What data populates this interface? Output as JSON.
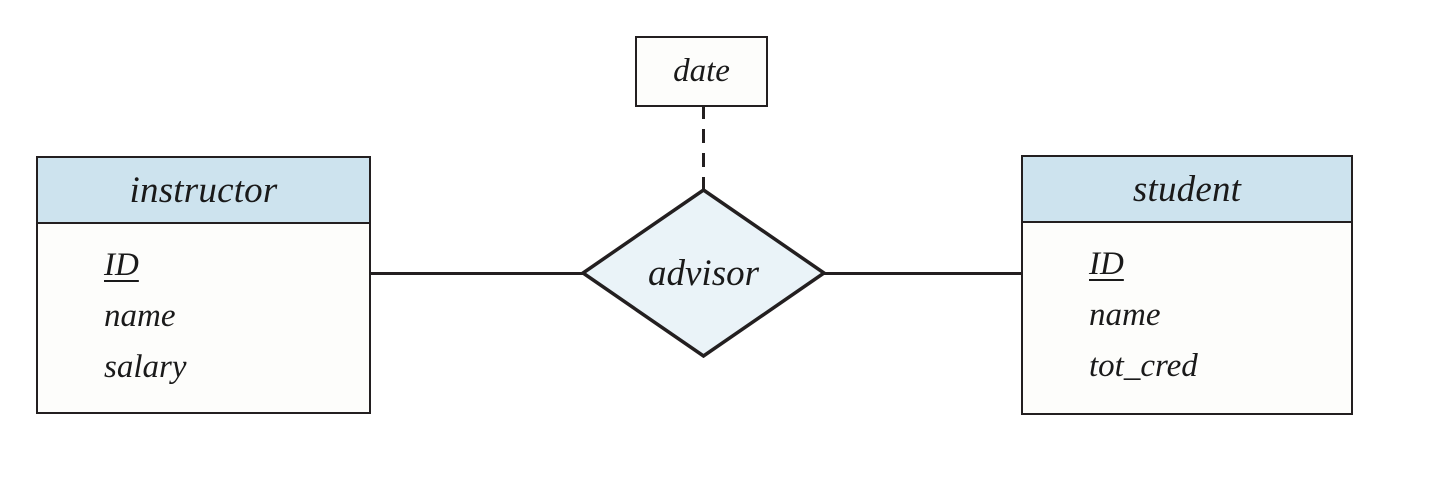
{
  "diagram": {
    "kind": "er-diagram",
    "colors": {
      "entity_header_fill": "#cde3ee",
      "entity_body_fill": "#fdfdfb",
      "relationship_fill": "#eaf3f8",
      "attribute_fill": "#fdfdfb",
      "stroke": "#231f20",
      "background": "#ffffff"
    },
    "entities": [
      {
        "id": "instructor",
        "title": "instructor",
        "attributes": [
          {
            "label": "ID",
            "primary_key": true
          },
          {
            "label": "name",
            "primary_key": false
          },
          {
            "label": "salary",
            "primary_key": false
          }
        ]
      },
      {
        "id": "student",
        "title": "student",
        "attributes": [
          {
            "label": "ID",
            "primary_key": true
          },
          {
            "label": "name",
            "primary_key": false
          },
          {
            "label": "tot_cred",
            "primary_key": false
          }
        ]
      }
    ],
    "relationships": [
      {
        "id": "advisor",
        "label": "advisor",
        "shape": "diamond",
        "connects": [
          "instructor",
          "student"
        ]
      }
    ],
    "descriptive_attributes": [
      {
        "id": "date",
        "label": "date",
        "shape": "rectangle",
        "attached_to": "advisor",
        "line_style": "dashed"
      }
    ]
  }
}
